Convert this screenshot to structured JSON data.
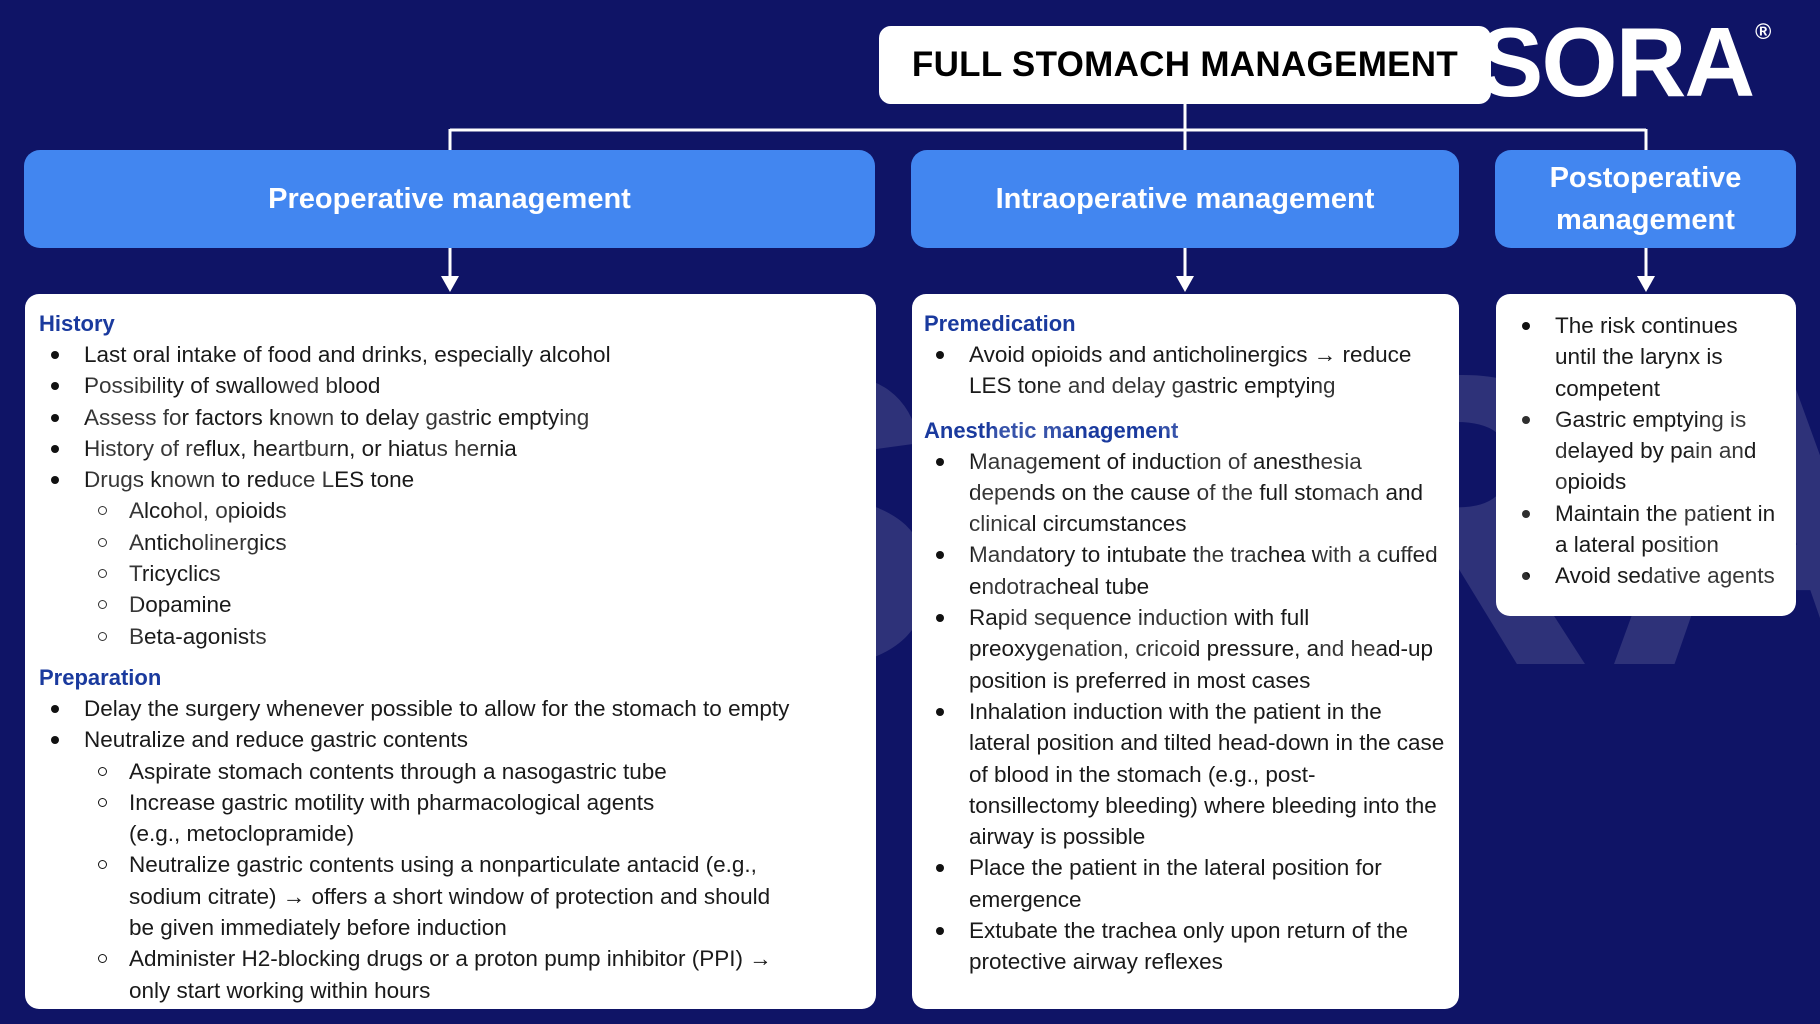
{
  "title": "FULL STOMACH MANAGEMENT",
  "logo": {
    "text": "SORA",
    "registered": "®"
  },
  "watermark": {
    "text": "NYSORA",
    "registered": "®"
  },
  "colors": {
    "background": "#0f1466",
    "header": "#4286f0",
    "section_title": "#1a3a9e"
  },
  "columns": {
    "preoperative": {
      "header": "Preoperative management",
      "history": {
        "title": "History",
        "items": [
          "Last oral intake of food and drinks, especially alcohol",
          "Possibility of swallowed blood",
          "Assess for factors known to delay gastric emptying",
          "History of reflux, heartburn, or hiatus hernia",
          "Drugs known to reduce LES tone"
        ],
        "drugs": [
          "Alcohol, opioids",
          "Anticholinergics",
          "Tricyclics",
          "Dopamine",
          "Beta-agonists"
        ]
      },
      "preparation": {
        "title": "Preparation",
        "items": [
          "Delay the surgery whenever possible to allow for the stomach to empty",
          "Neutralize and reduce gastric contents"
        ],
        "subitems": [
          "Aspirate stomach contents through a nasogastric tube",
          "Increase gastric motility with pharmacological agents (e.g., metoclopramide)",
          "Neutralize gastric contents using a nonparticulate antacid (e.g., sodium citrate) → offers a short window of protection and should be given immediately before induction",
          "Administer H2-blocking drugs or a proton pump inhibitor (PPI) → only start working within hours"
        ]
      }
    },
    "intraoperative": {
      "header": "Intraoperative management",
      "premedication": {
        "title": "Premedication",
        "items": [
          "Avoid opioids and anticholinergics → reduce LES tone and delay gastric emptying"
        ]
      },
      "anesthetic": {
        "title": "Anesthetic management",
        "items": [
          "Management of induction of anesthesia depends on the cause of the full stomach and clinical circumstances",
          "Mandatory to intubate the trachea with a cuffed endotracheal tube",
          "Rapid sequence induction with full preoxygenation, cricoid pressure, and head-up position is preferred in most cases",
          "Inhalation induction with the patient in the lateral position and tilted head-down in the case of blood in the stomach (e.g., post-tonsillectomy bleeding) where bleeding into the airway is possible",
          "Place the patient in the lateral position for emergence",
          "Extubate the trachea only upon return of the protective airway reflexes"
        ]
      }
    },
    "postoperative": {
      "header": "Postoperative management",
      "items": [
        "The risk continues until the larynx is competent",
        "Gastric emptying is delayed by pain and opioids",
        "Maintain the patient in a lateral position",
        "Avoid sedative agents"
      ]
    }
  }
}
